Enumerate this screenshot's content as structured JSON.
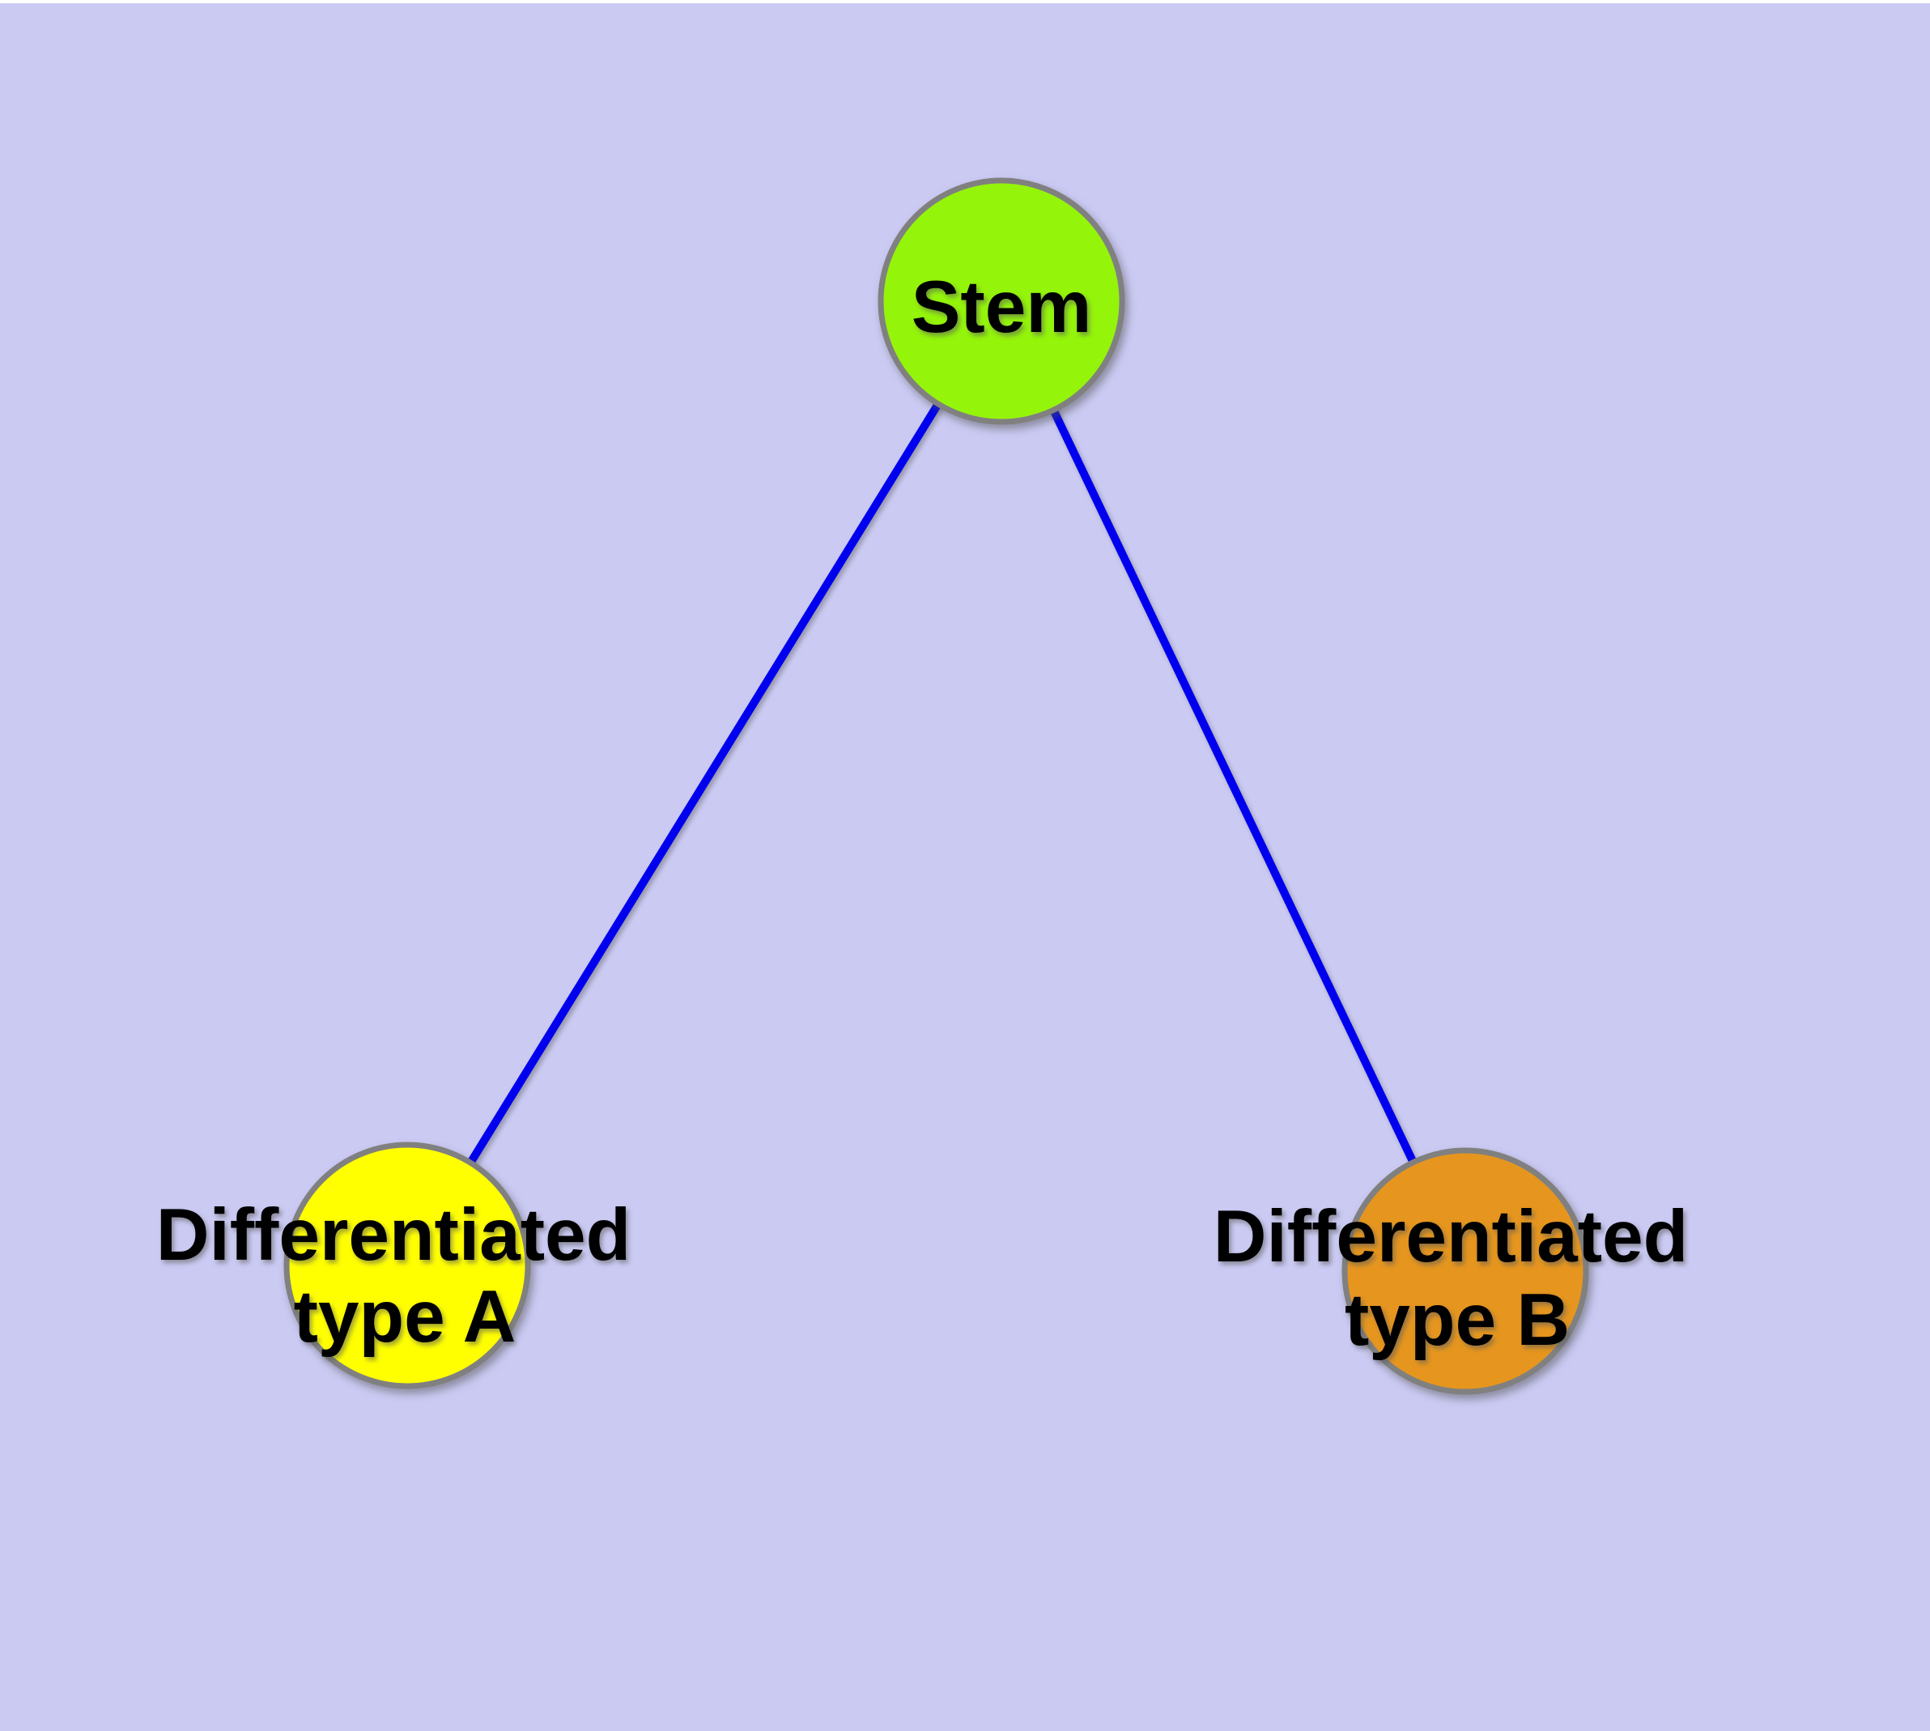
{
  "background": {
    "canvas_color": "#CACAF3",
    "top_strip_color": "#FFFFFF"
  },
  "graph": {
    "nodes": [
      {
        "id": "stem",
        "label": "Stem",
        "fill": "#94F50A",
        "border_color": "#808080"
      },
      {
        "id": "differentiated-type-a",
        "label_line1": "Differentiated",
        "label_line2": "type A",
        "fill": "#FFFF00",
        "border_color": "#808080"
      },
      {
        "id": "differentiated-type-b",
        "label_line1": "Differentiated",
        "label_line2": "type B",
        "fill": "#E6961E",
        "border_color": "#808080"
      }
    ],
    "edges": [
      {
        "from": "Stem",
        "to": "Differentiated type A",
        "color": "#0000EE"
      },
      {
        "from": "Stem",
        "to": "Differentiated type B",
        "color": "#0000EE"
      }
    ],
    "label_color": "#000000"
  }
}
